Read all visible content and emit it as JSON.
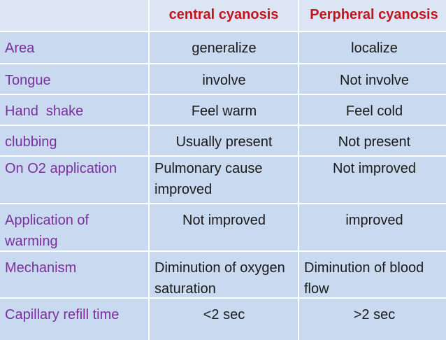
{
  "header": {
    "col1": "",
    "col2": "central cyanosis",
    "col3": "Perpheral cyanosis"
  },
  "rows": [
    {
      "label": "Area",
      "central": "generalize",
      "peripheral": "localize"
    },
    {
      "label": "Tongue",
      "central": "involve",
      "peripheral": "Not involve"
    },
    {
      "label": "Hand  shake",
      "central": "Feel warm",
      "peripheral": "Feel cold"
    },
    {
      "label": "clubbing",
      "central": "Usually present",
      "peripheral": "Not present"
    },
    {
      "label": "On O2 application",
      "central": "Pulmonary cause improved",
      "peripheral": "Not improved"
    },
    {
      "label": "Application of warming",
      "central": "Not improved",
      "peripheral": "improved"
    },
    {
      "label": "Mechanism",
      "central": "Diminution of oxygen saturation",
      "peripheral": "Diminution of blood flow"
    },
    {
      "label": "Capillary refill time",
      "central": "<2 sec",
      "peripheral": ">2 sec"
    }
  ],
  "colors": {
    "header_text": "#c0141f",
    "row_label_text": "#7a2f9e",
    "cell_bg": "#c9d9ef",
    "header_bg": "#dce5f3"
  }
}
